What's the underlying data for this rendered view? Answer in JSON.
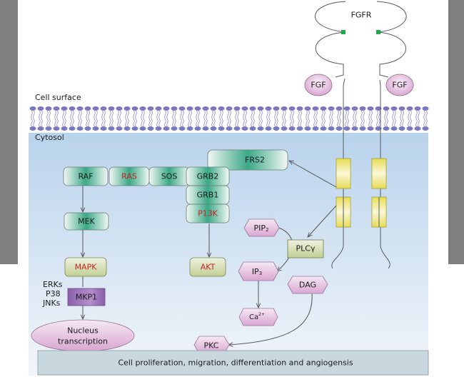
{
  "receptor": {
    "name": "FGFR",
    "ligand_left": "FGF",
    "ligand_right": "FGF"
  },
  "regions": {
    "cell_surface": "Cell surface",
    "cytosol": "Cytosol"
  },
  "nodes": {
    "frs2": "FRS2",
    "raf": "RAF",
    "ras": "RAS",
    "sos": "SOS",
    "grb2": "GRB2",
    "grb1": "GRB1",
    "p13k": "P13K",
    "mek": "MEK",
    "mapk": "MAPK",
    "akt": "AKT",
    "mkp1": "MKP1",
    "pip2": "PIP",
    "pip2_sub": "2",
    "plcg": "PLCγ",
    "ip3": "IP",
    "ip3_sub": "3",
    "dag": "DAG",
    "ca": "Ca",
    "ca_sup": "2+",
    "pkc": "PKC",
    "nucleus_line1": "Nucleus",
    "nucleus_line2": "transcription"
  },
  "mapk_family": [
    "ERKs",
    "P38",
    "JNKs"
  ],
  "outcome": "Cell proliferation, migration, differentiation and angiogensis",
  "colors": {
    "highlight_text": "#cc2222",
    "membrane": "#7a76c0",
    "cytosol_top": "#b9d3ec",
    "cytosol_bottom": "#eef4fa",
    "teal_node": "#3aa886",
    "olive_node": "#c8d6a0",
    "pink_node": "#e2b8dc",
    "purple_node": "#9c6fb8",
    "yellow_domain": "#e8e060",
    "green_marker": "#1faa4a",
    "outcome_bar": "#c9d7df"
  }
}
